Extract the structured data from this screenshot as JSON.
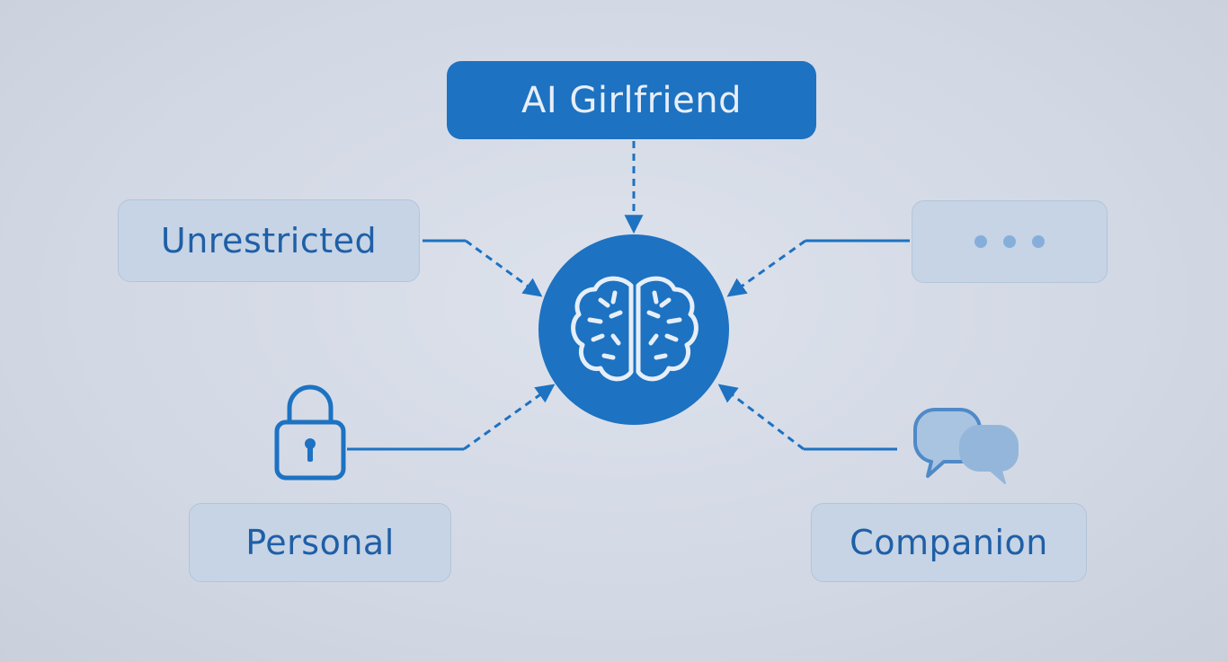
{
  "diagram": {
    "title": "AI Girlfriend",
    "center": {
      "icon": "brain-icon"
    },
    "nodes": {
      "unrestricted": "Unrestricted",
      "personal": "Personal",
      "companion": "Companion",
      "more": {
        "icon": "ellipsis-icon"
      }
    },
    "icons": {
      "personal": "lock-icon",
      "companion": "chat-bubbles-icon"
    }
  },
  "colors": {
    "accent": "#1d72c2",
    "node_fill": "#c6d4e6",
    "node_text": "#1f5fa6",
    "background": "#d5dbe6"
  }
}
